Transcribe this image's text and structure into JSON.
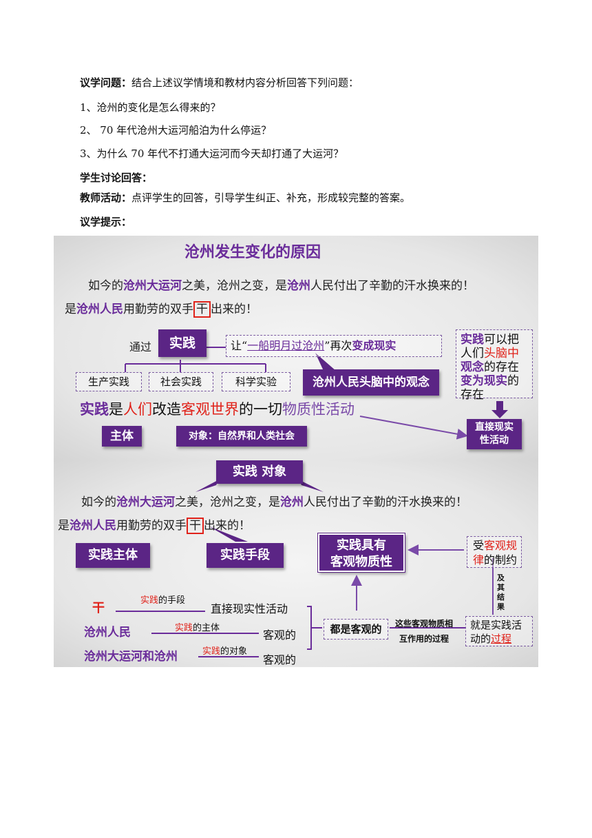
{
  "text": {
    "l1_label": "议学问题：",
    "l1_text": "结合上述议学情境和教材内容分析回答下列问题：",
    "q1": "1、沧州的变化是怎么得来的？",
    "q2": "2、  70 年代沧州大运河船泊为什么停运？",
    "q3": "3、为什么 70 年代不打通大运河而今天却打通了大运河？",
    "l5_label": "学生讨论回答：",
    "l6_label": "教师活动：",
    "l6_text": "点评学生的回答，引导学生纠正、补充，形成较完整的答案。",
    "l7_label": "议学提示："
  },
  "slide1": {
    "title": "沧州发生变化的原因",
    "s1_a": "如今的",
    "s1_b": "沧州大运河",
    "s1_c": "之美，沧州之变，是",
    "s1_d": "沧州",
    "s1_e": "人民付出了辛勤的汗水换来的！",
    "s2_a": "是",
    "s2_b": "沧州人民",
    "s2_c": "用勤劳的双手",
    "s2_d": "干",
    "s2_e": "出来的！",
    "tongguo": "通过",
    "shijian_tag": "实践",
    "rang_a": "让“",
    "rang_b": "一船明月过沧州",
    "rang_c": "”再次",
    "rang_d": "变成现实",
    "types": [
      "生产实践",
      "社会实践",
      "科学实验"
    ],
    "idea_tag": "沧州人民头脑中的观念",
    "right_box": [
      "实践",
      "可以把",
      "人们",
      "头脑中",
      "观念",
      "的存在",
      "变为现实",
      "的",
      "存在"
    ],
    "def_a": "实践",
    "def_b": "是",
    "def_c": "人们",
    "def_d": "改造",
    "def_e": "客观世界",
    "def_f": "的一切",
    "def_g": "物质性活动",
    "zhuti_tag": "主体",
    "duixiang_tag": "对象：自然界和人类社会",
    "direct_tag_l1": "直接现实",
    "direct_tag_l2": "性活动"
  },
  "slide2": {
    "callout": "实践  对象",
    "s1_a": "如今的",
    "s1_b": "沧州大运河",
    "s1_c": "之美，沧州之变，是",
    "s1_d": "沧州",
    "s1_e": "人民付出了辛勤的汗水换来的！",
    "s2_a": "是",
    "s2_b": "沧州人民",
    "s2_c": "用勤劳的双手",
    "s2_d": "干",
    "s2_e": "出来的！",
    "subject_tag": "实践主体",
    "means_tag": "实践手段",
    "center_l1": "实践具有",
    "center_l2": "客观物质性",
    "constraint": [
      "受",
      "客观规",
      "律",
      "的制约"
    ],
    "vertical_note": [
      "及",
      "其",
      "结",
      "果"
    ],
    "rows": [
      {
        "left": "干",
        "over_red": "实践",
        "over_rest": "的手段",
        "right": "直接现实性活动"
      },
      {
        "left": "沧州人民",
        "over_red": "实践",
        "over_rest": "的主体",
        "right": "客观的"
      },
      {
        "left": "沧州大运河和沧州",
        "over_red": "实践",
        "over_rest": "的对象",
        "right": "客观的"
      }
    ],
    "all_objective": "都是客观的",
    "interaction_l1": "这些客观物质相",
    "interaction_l2": "互作用的过程",
    "process_l1": "就是实践活",
    "process_l2a": "动的",
    "process_l2b": "过程"
  },
  "colors": {
    "purple": "#5b2585",
    "red": "#e0221a",
    "text_purple": "#6a2c9a"
  }
}
